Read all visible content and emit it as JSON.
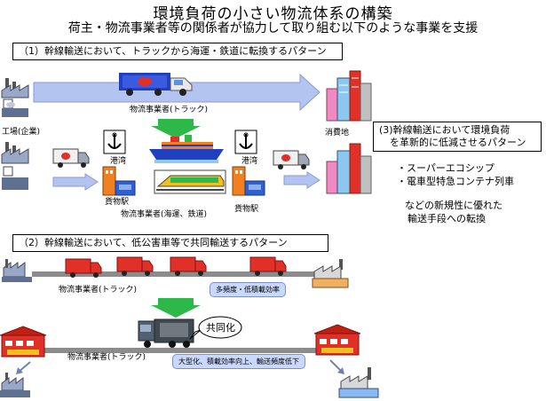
{
  "header": {
    "title": "環境負荷の小さい物流体系の構築",
    "subtitle": "荷主・物流事業者等の関係者が協力して取り組む以下のような事業を支援"
  },
  "pattern1": {
    "box_label": "（1）幹線輸送において、トラックから海運・鉄道に転換するパターン",
    "top_truck_label": "物流事業者(トラック)",
    "factory_label": "工場(企業)",
    "consumer_label": "消費地",
    "port_left_label": "港湾",
    "port_right_label": "港湾",
    "station_left_label": "貨物駅",
    "station_right_label": "貨物駅",
    "sea_rail_label": "物流事業者(海運、鉄道)"
  },
  "pattern3": {
    "box_label_line1": "(3)幹線輸送において環境負荷",
    "box_label_line2": "を革新的に低減させるパターン",
    "items": [
      "・スーパーエコシップ",
      "・電車型特急コンテナ列車"
    ],
    "note_line1": "などの新規性に優れた",
    "note_line2": "輸送手段への転換"
  },
  "pattern2": {
    "box_label": "（2）幹線輸送において、低公害車等で共同輸送するパターン",
    "truck_label_top": "物流事業者(トラック)",
    "pill_top": "多頻度・低積載効率",
    "joint_label": "共同化",
    "truck_label_bottom": "物流事業者(トラック)",
    "pill_bottom": "大型化、積載効率向上、輸送頻度低下"
  },
  "colors": {
    "arrow_blue": "#b4c4f0",
    "arrow_green": "#2fb84a",
    "truck_red": "#e03028",
    "building_orange": "#f08020",
    "pill_fill": "#c8d8ff",
    "road_gray": "#8c8c8c"
  }
}
